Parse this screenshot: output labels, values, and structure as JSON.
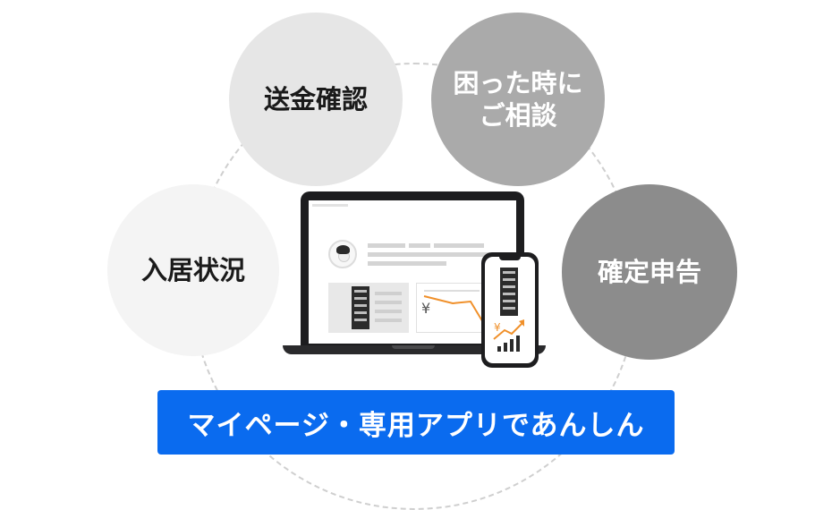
{
  "circles": {
    "left": "入居状況",
    "top_left": "送金確認",
    "top_right": "困った時に\nご相談",
    "right": "確定申告"
  },
  "banner": {
    "label": "マイページ・専用アプリであんしん"
  },
  "device": {
    "laptop_currency_symbol": "¥",
    "phone_currency_symbol": "¥"
  },
  "colors": {
    "accent_blue": "#0a6bef",
    "accent_orange": "#f0902a",
    "device_black": "#1d1d1f"
  },
  "icons": [
    "laptop-icon",
    "smartphone-icon",
    "avatar-icon",
    "line-chart-icon",
    "bar-chart-icon",
    "yen-icon"
  ]
}
